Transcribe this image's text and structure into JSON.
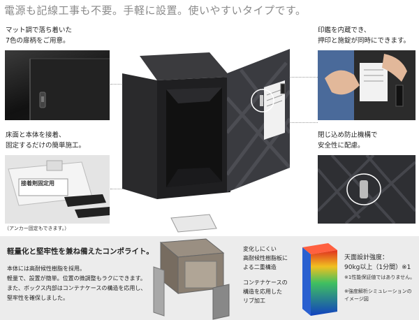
{
  "headline": "電源も記線工事も不要。手軽に設置。使いやすいタイプです。",
  "features": {
    "finish": "マット調で落ち着いた\n7色の扉柄をご用意。",
    "stamp": "印鑑を内蔵でき、\n押印と施錠が同時にできます。",
    "floor": "床面と本体を接着、\n固定するだけの簡単施工。",
    "lock": "閉じ込め防止機構で\n安全性に配慮。"
  },
  "anchor_note": "（アンカー固定もできます。）",
  "sheet_label": "接着剤固定用",
  "composite": {
    "title": "軽量化と堅牢性を兼ね備えたコンポライト。",
    "body": "本体には高耐候性樹脂を採用。\n軽量で、設置が簡単。位置の微調整もラクにできます。\nまた、ボックス内部はコンテナケースの構造を応用し、\n堅牢性を確保しました。"
  },
  "structure": {
    "resin": "変化しにくい\n高耐候性樹脂板に\nよる二重構造",
    "rib": "コンテナケースの\n構造を応用した\nリブ加工"
  },
  "strength": {
    "spec": "天面設計強度：\n90kg以上（1分間）※1",
    "note1": "※1性能保証値ではありません。",
    "note2": "※強度解析シミュレーションの\nイメージ図"
  },
  "colors": {
    "cabinet": "#2c2c2e",
    "door": "#3a3b40",
    "panel_bg": "#ececec"
  }
}
